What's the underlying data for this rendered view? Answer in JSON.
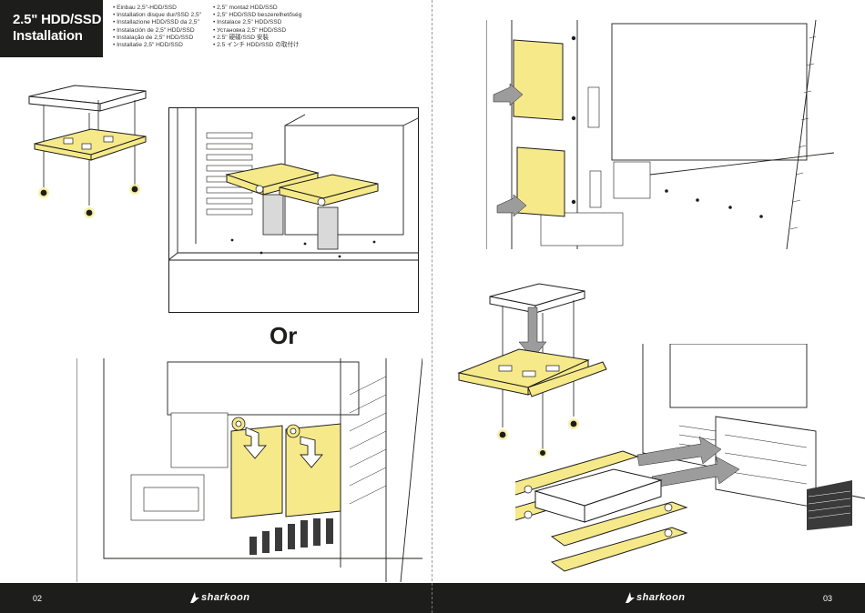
{
  "title": {
    "line1": "2.5\" HDD/SSD",
    "line2": "Installation"
  },
  "languages": {
    "col1": [
      "Einbau 2,5\"-HDD/SSD",
      "Installation disque dur/SSD 2,5\"",
      "Installazione HDD/SSD da 2,5\"",
      "Instalación de 2,5\" HDD/SSD",
      "Instalação de 2,5\" HDD/SSD",
      "Installatie 2,5\" HDD/SSD"
    ],
    "col2": [
      "2,5\" montaż HDD/SSD",
      "2,5\" HDD/SSD beszerelhetőség",
      "Instalace 2,5\" HDD/SSD",
      "Установка 2,5\" HDD/SSD",
      "2.5\" 硬碟/SSD 安裝",
      "2.5 インチ HDD/SSD の取付け"
    ]
  },
  "or_label": "Or",
  "footer": {
    "page_left": "02",
    "page_right": "03",
    "brand": "sharkoon"
  },
  "colors": {
    "highlight": "#f6e98a",
    "dark": "#1d1d1b",
    "arrow": "#9c9c9c"
  },
  "icons": {
    "brand_logo": "sharkoon-logo-icon",
    "screw": "screw-icon",
    "arrow": "arrow-icon"
  }
}
